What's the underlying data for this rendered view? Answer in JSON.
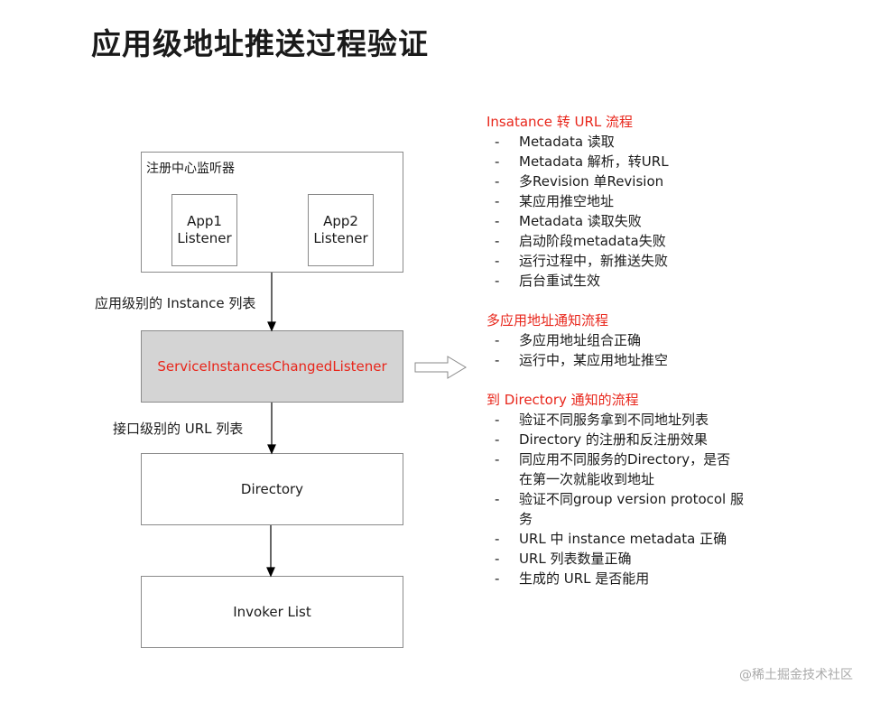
{
  "title": "应用级地址推送过程验证",
  "diagram": {
    "registry": {
      "label": "注册中心监听器",
      "listeners": [
        {
          "line1": "App1",
          "line2": "Listener"
        },
        {
          "line1": "App2",
          "line2": "Listener"
        }
      ]
    },
    "edge1_label": "应用级别的 Instance 列表",
    "service_listener": "ServiceInstancesChangedListener",
    "edge2_label": "接口级别的 URL 列表",
    "directory": "Directory",
    "invoker_list": "Invoker List"
  },
  "sections": [
    {
      "title": "Insatance 转 URL 流程",
      "items": [
        "Metadata 读取",
        "Metadata 解析，转URL",
        "多Revision 单Revision",
        "某应用推空地址",
        "Metadata 读取失败",
        "启动阶段metadata失败",
        "运行过程中，新推送失败",
        "后台重试生效"
      ]
    },
    {
      "title": "多应用地址通知流程",
      "items": [
        "多应用地址组合正确",
        "运行中，某应用地址推空"
      ]
    },
    {
      "title": "到 Directory 通知的流程",
      "items": [
        "验证不同服务拿到不同地址列表",
        "Directory 的注册和反注册效果",
        "同应用不同服务的Directory，是否",
        "在第一次就能收到地址",
        "验证不同group version protocol 服",
        "务",
        "URL 中 instance  metadata 正确",
        "URL 列表数量正确",
        "生成的 URL 是否能用"
      ]
    }
  ],
  "watermark": "@稀土掘金技术社区",
  "colors": {
    "accent": "#e8261b",
    "highlight_box": "#d4d4d4"
  }
}
